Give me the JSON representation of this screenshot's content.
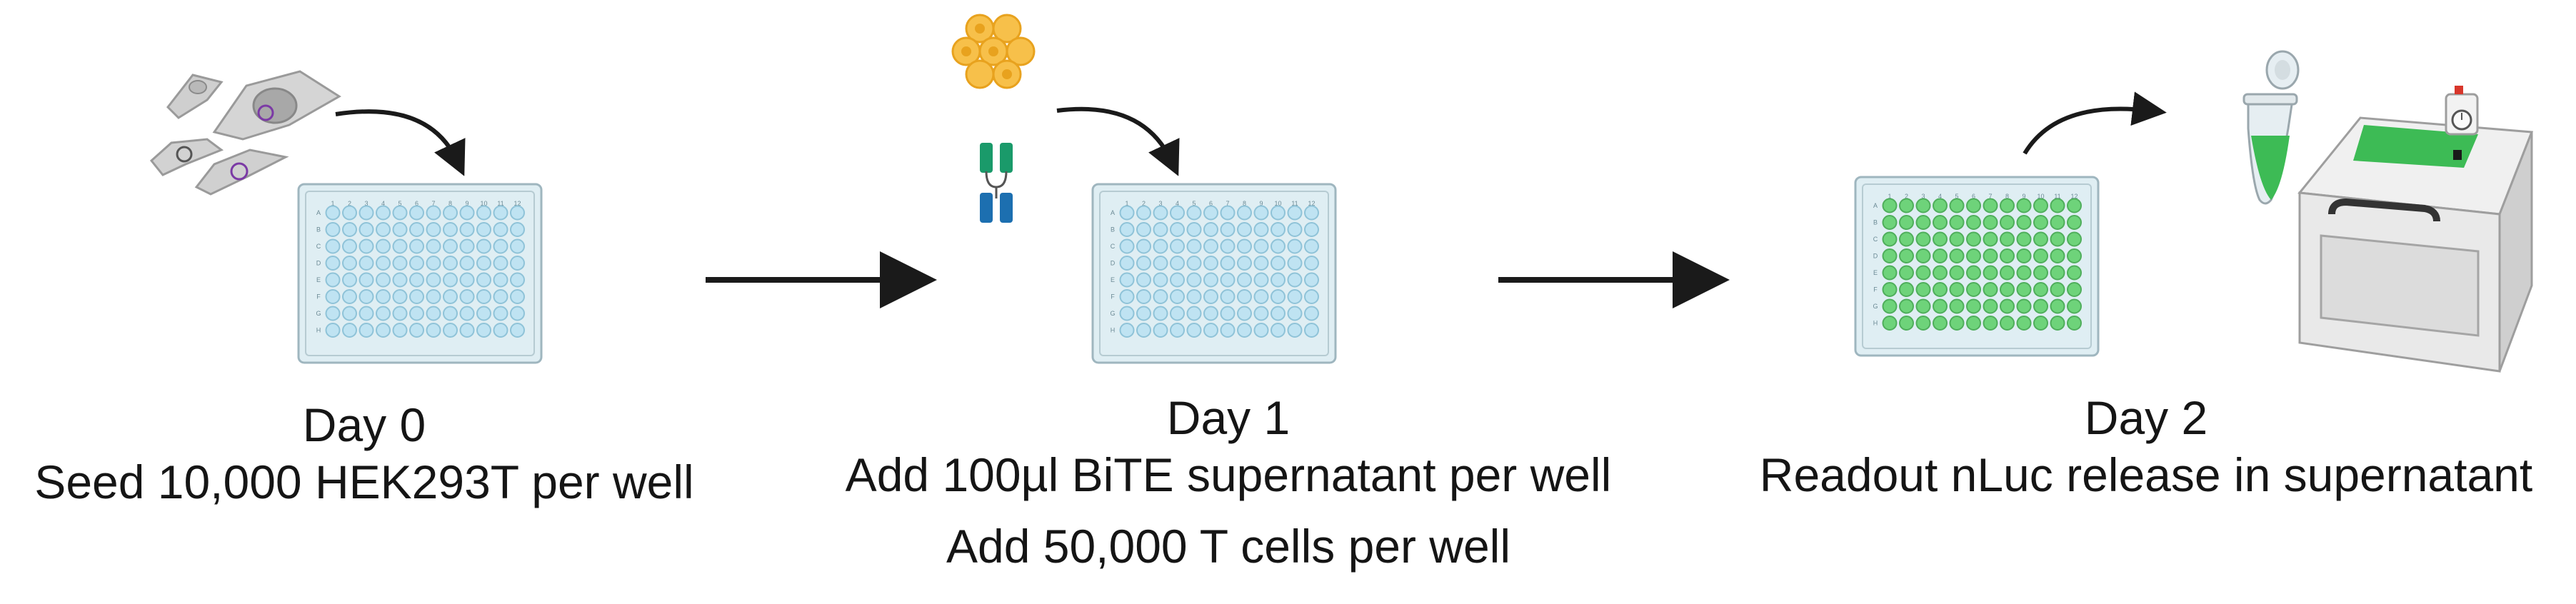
{
  "steps": [
    {
      "day": "Day 0",
      "lines": [
        "Seed 10,000 HEK293T per well"
      ]
    },
    {
      "day": "Day 1",
      "lines": [
        "Add 100µl BiTE supernatant per well",
        "Add 50,000 T cells per well"
      ]
    },
    {
      "day": "Day 2",
      "lines": [
        "Readout nLuc release in supernatant"
      ]
    }
  ],
  "plate": {
    "col_labels": [
      "1",
      "2",
      "3",
      "4",
      "5",
      "6",
      "7",
      "8",
      "9",
      "10",
      "11",
      "12"
    ],
    "row_labels": [
      "A",
      "B",
      "C",
      "D",
      "E",
      "F",
      "G",
      "H"
    ]
  },
  "colors": {
    "plate_body": "#dfeef3",
    "well_empty": "#bfe3f2",
    "well_filled": "#6ed37a",
    "arrow": "#1a1a1a",
    "cells": "#c9c9c9",
    "tcells": "#f7c04a",
    "bite_green": "#1a9a6a",
    "bite_blue": "#1c6fb0",
    "reader_accent": "#3dbb55"
  },
  "icons": [
    "hek293t-cells-icon",
    "well-plate-icon",
    "t-cells-icon",
    "bite-antibody-icon",
    "eppendorf-tube-icon",
    "plate-reader-icon"
  ]
}
